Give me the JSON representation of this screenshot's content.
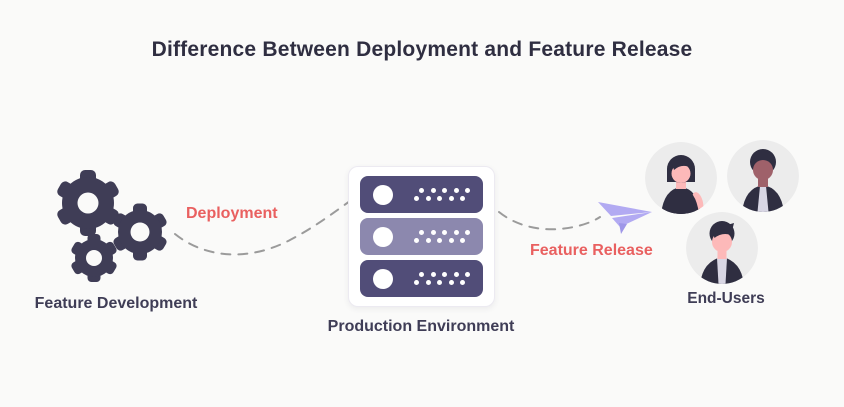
{
  "title": "Difference Between Deployment and Feature Release",
  "nodes": [
    {
      "id": "feature-development",
      "label": "Feature Development",
      "icon": "gears-icon"
    },
    {
      "id": "production-environment",
      "label": "Production Environment",
      "icon": "server-stack-icon"
    },
    {
      "id": "end-users",
      "label": "End-Users",
      "icon": "users-avatars-icon"
    }
  ],
  "edges": [
    {
      "from": "feature-development",
      "to": "production-environment",
      "label": "Deployment",
      "style": "dashed-curve"
    },
    {
      "from": "production-environment",
      "to": "end-users",
      "label": "Feature Release",
      "style": "dashed-curve",
      "icon": "paper-plane-icon"
    }
  ],
  "colors": {
    "background": "#fafaf9",
    "title_text": "#2f2e41",
    "label_text": "#3f3d56",
    "accent_red": "#e96060",
    "gear": "#3f3d56",
    "server_dark": "#514d78",
    "server_light": "#8c88ae",
    "card_bg": "#ffffff",
    "dash": "#9b9b9b",
    "plane": "#b2aaf2",
    "plane_dark": "#9e96e8",
    "avatar_bg": "#ececec",
    "skin_pink": "#fdb9b9",
    "skin_brown": "#9f616a",
    "figure_dark": "#2f2e41",
    "tie_gray": "#d8d6e4"
  }
}
